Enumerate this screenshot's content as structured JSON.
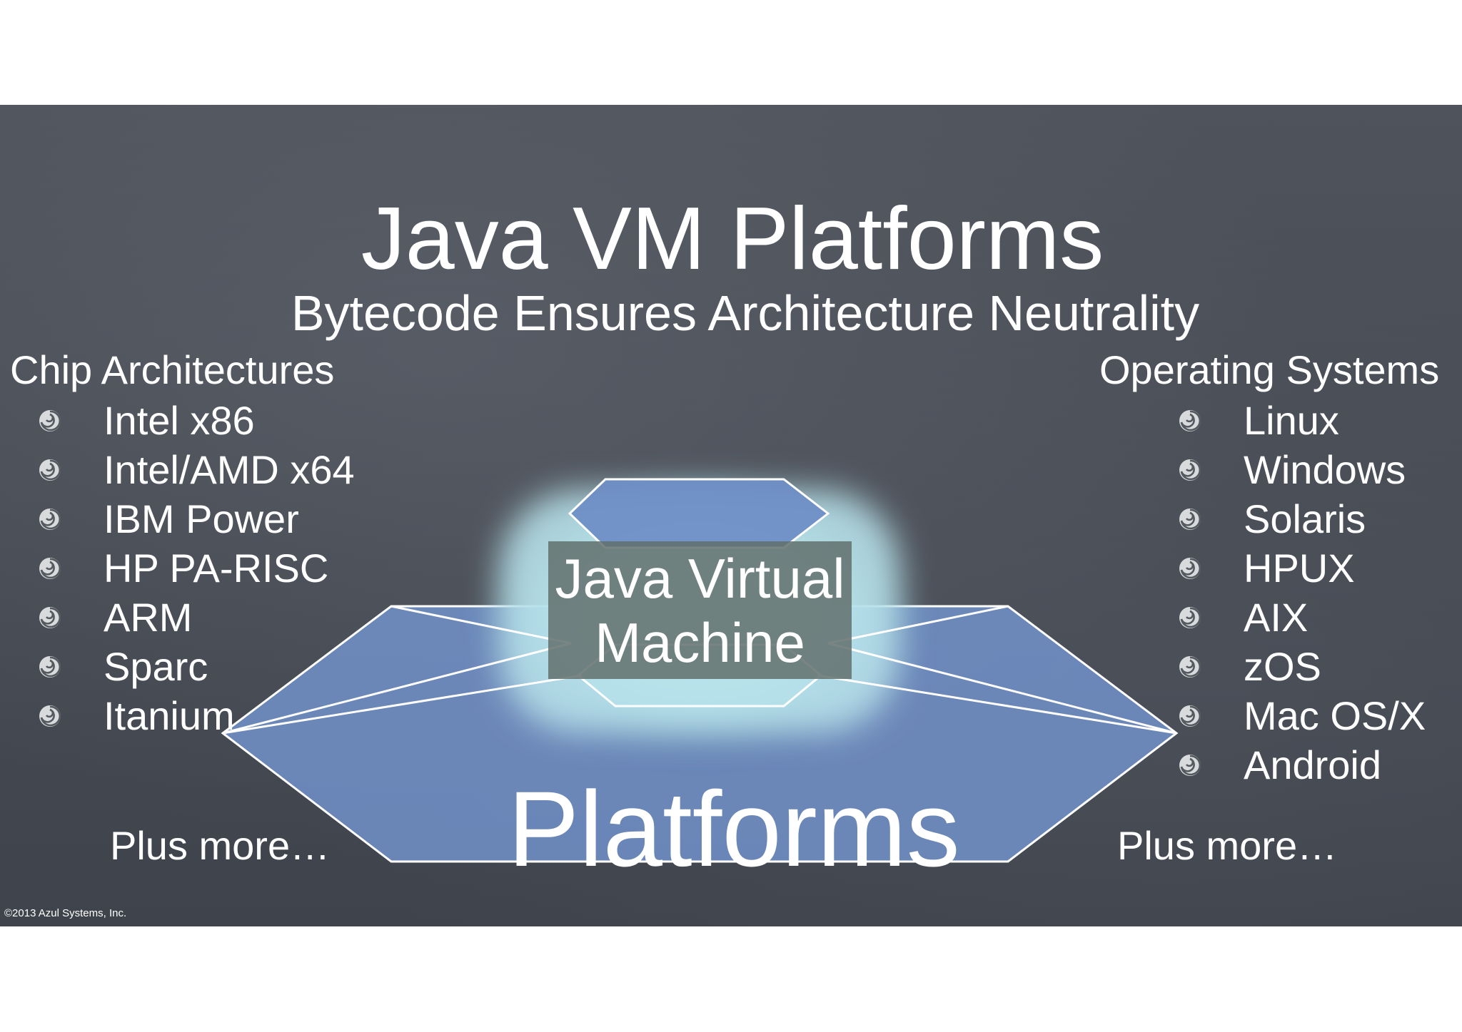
{
  "title": "Java VM Platforms",
  "subtitle": "Bytecode Ensures Architecture Neutrality",
  "chips": {
    "heading": "Chip Architectures",
    "items": [
      "Intel x86",
      "Intel/AMD x64",
      "IBM Power",
      "HP PA-RISC",
      "ARM",
      "Sparc",
      "Itanium"
    ],
    "plus_more": "Plus more…"
  },
  "os": {
    "heading": "Operating Systems",
    "items": [
      "Linux",
      "Windows",
      "Solaris",
      "HPUX",
      "AIX",
      "zOS",
      "Mac OS/X",
      "Android"
    ],
    "plus_more": "Plus more…"
  },
  "diagram": {
    "jvm_line1": "Java Virtual",
    "jvm_line2": "Machine",
    "platforms": "Platforms"
  },
  "copyright": "©2013 Azul Systems, Inc.",
  "colors": {
    "background": "#4a4e56",
    "platform_fill": "#6f8fc6",
    "jvm_glow": "#bfe8f0",
    "jvm_label_bg": "#62706c",
    "text": "#ffffff"
  },
  "icons": {
    "bullet": "swirl-bullet-icon"
  }
}
